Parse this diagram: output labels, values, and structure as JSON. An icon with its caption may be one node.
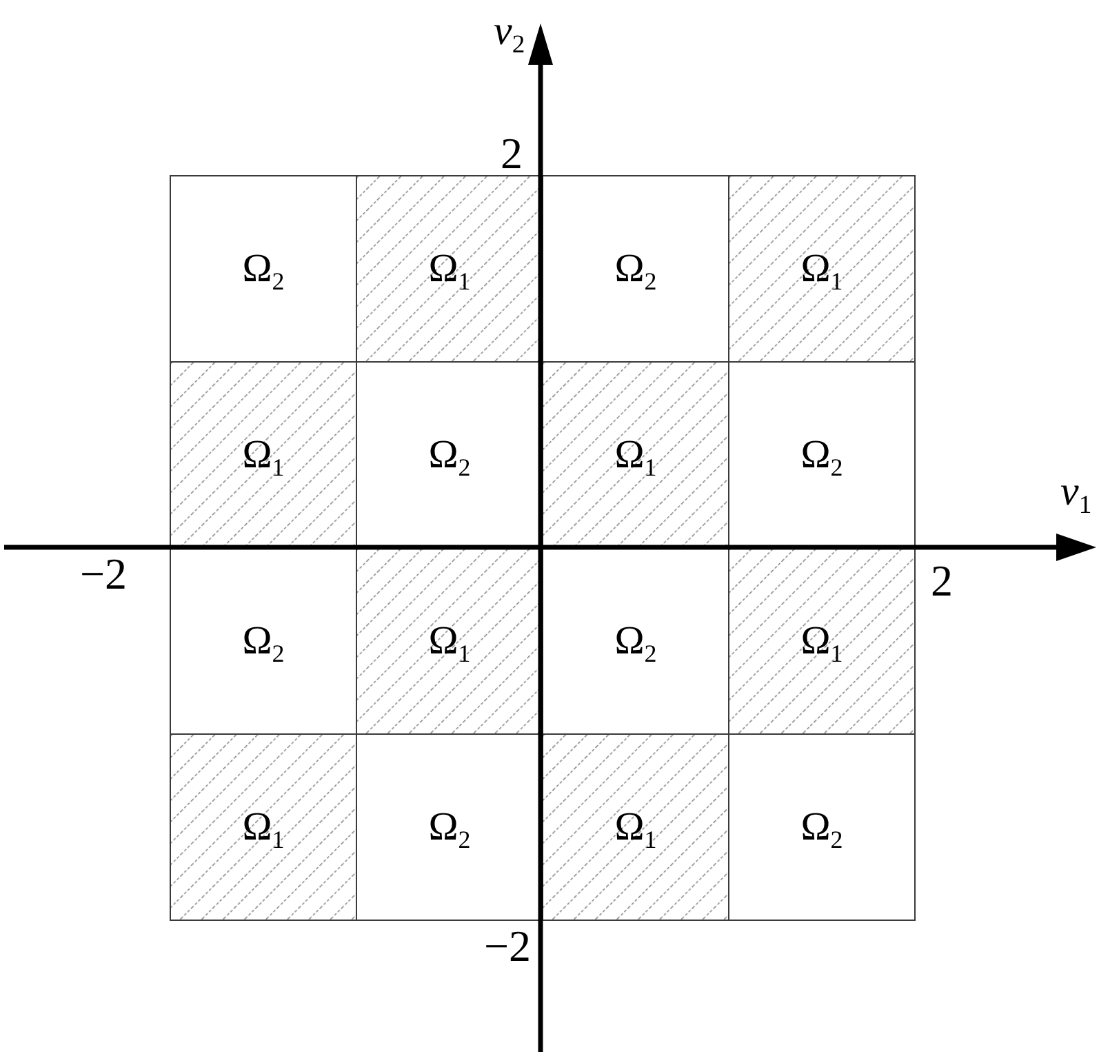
{
  "diagram": {
    "nodes": [
      {
        "text": [
          "Ω$_{2}$"
        ]
      },
      {
        "text": [
          "Ω$_{1}$"
        ]
      },
      {
        "text": [
          "Ω$_{2}$"
        ]
      },
      {
        "text": [
          "Ω$_{1}$"
        ]
      },
      {
        "text": [
          "Ω$_{1}$"
        ]
      },
      {
        "text": [
          "Ω$_{2}$"
        ]
      },
      {
        "text": [
          "Ω$_{1}$"
        ]
      },
      {
        "text": [
          "Ω$_{2}$"
        ]
      },
      {
        "text": [
          "Ω$_{2}$"
        ]
      },
      {
        "text": [
          "Ω$_{1}$"
        ]
      },
      {
        "text": [
          "Ω$_{2}$"
        ]
      },
      {
        "text": [
          "Ω$_{1}$"
        ]
      },
      {
        "text": [
          "Ω$_{1}$"
        ]
      },
      {
        "text": [
          "Ω$_{2}$"
        ]
      },
      {
        "text": [
          "Ω$_{1}$"
        ]
      },
      {
        "text": [
          "Ω$_{2}$"
        ]
      }
    ],
    "labels": [
      "*v*$_{2}$",
      "2",
      "*v*$_{1}$",
      "−2",
      "2",
      "−2"
    ]
  }
}
